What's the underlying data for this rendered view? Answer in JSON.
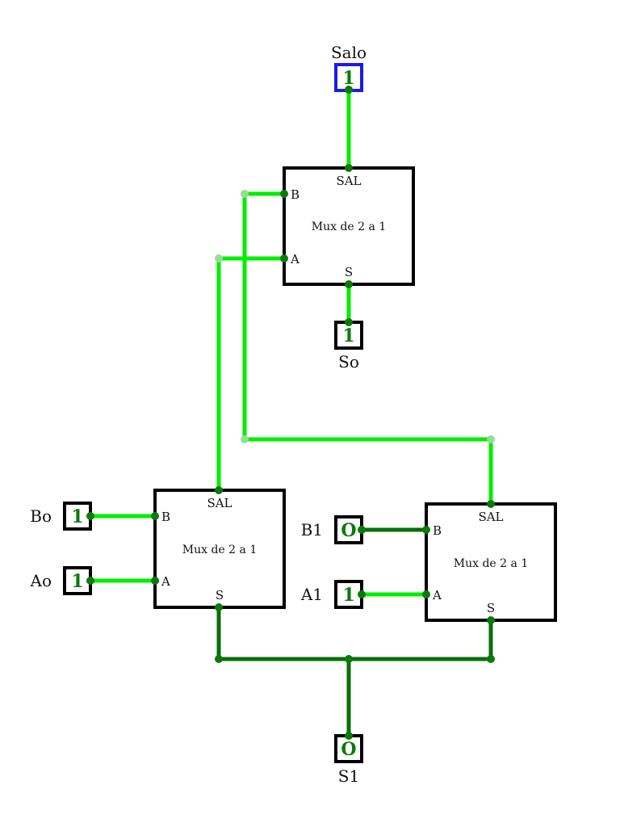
{
  "colors": {
    "wire_high": "#00ee00",
    "wire_low": "#0a6e0a",
    "pin": "#0a7a0a",
    "bend": "#90e090",
    "box": "#000000",
    "output_box": "#1a1aee",
    "value": "#0a7a0a"
  },
  "muxes": [
    {
      "id": "mux-top",
      "title": "Mux de 2 a 1",
      "port_b": "B",
      "port_a": "A",
      "port_out": "SAL",
      "port_sel": "S"
    },
    {
      "id": "mux-left",
      "title": "Mux de 2 a 1",
      "port_b": "B",
      "port_a": "A",
      "port_out": "SAL",
      "port_sel": "S"
    },
    {
      "id": "mux-right",
      "title": "Mux de 2 a 1",
      "port_b": "B",
      "port_a": "A",
      "port_out": "SAL",
      "port_sel": "S"
    }
  ],
  "inputs": {
    "B0": {
      "label": "Bo",
      "value": "1"
    },
    "A0": {
      "label": "Ao",
      "value": "1"
    },
    "B1": {
      "label": "B1",
      "value": "O"
    },
    "A1": {
      "label": "A1",
      "value": "1"
    },
    "S0": {
      "label": "So",
      "value": "1"
    },
    "S1": {
      "label": "S1",
      "value": "O"
    }
  },
  "output": {
    "label": "Salo",
    "value": "1"
  }
}
